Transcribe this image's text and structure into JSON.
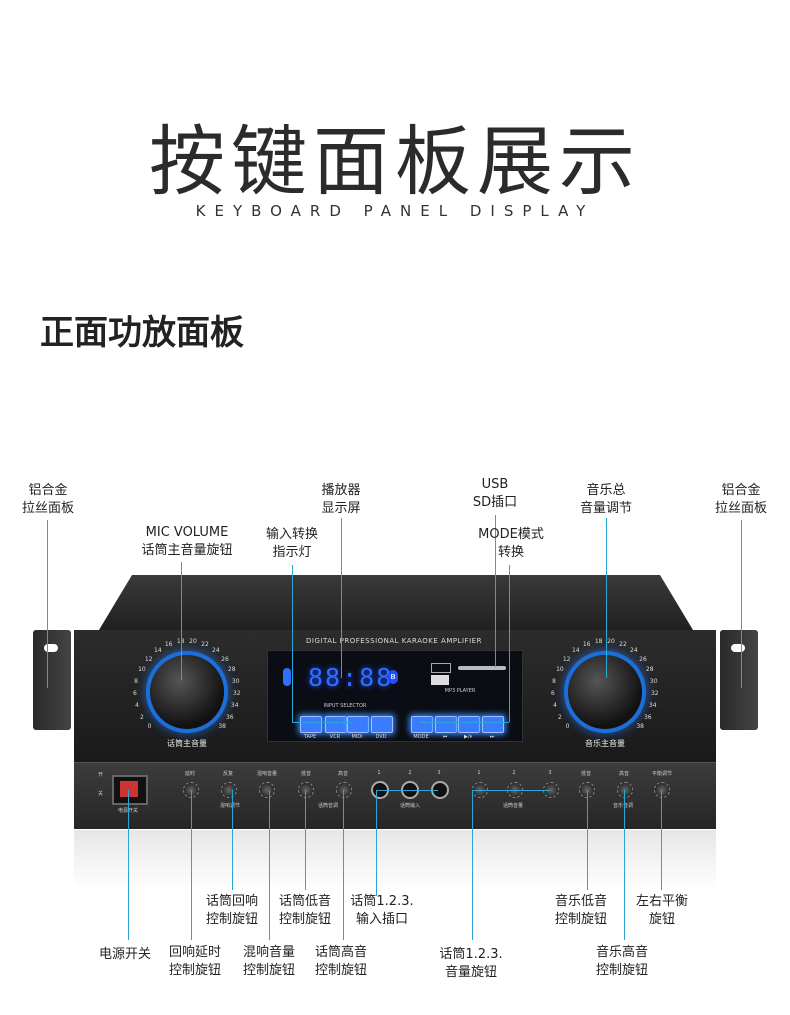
{
  "header": {
    "title": "按键面板展示",
    "subtitle": "KEYBOARD PANEL DISPLAY",
    "section": "正面功放面板"
  },
  "panel": {
    "brand_text": "DIGITAL PROFESSIONAL KARAOKE AMPLIFIER",
    "display_digits": "88:88",
    "input_selector_label": "INPUT SELECTOR",
    "mp3_label": "MP3 PLAYER",
    "input_buttons": [
      "TAPE",
      "VCR",
      "MIDI",
      "DVD"
    ],
    "mp3_buttons": [
      "MODE",
      "⏮",
      "▶/⏸",
      "⏭"
    ],
    "left_knob_label": "话筒主音量",
    "right_knob_label": "音乐主音量",
    "scale": [
      "0",
      "2",
      "4",
      "6",
      "8",
      "10",
      "12",
      "14",
      "16",
      "18",
      "20",
      "22",
      "24",
      "26",
      "28",
      "30",
      "32",
      "34",
      "36",
      "38"
    ],
    "power_on": "开",
    "power_off": "关",
    "power_label": "电源开关",
    "lower_labels": {
      "delay": "延时",
      "echo": "反复",
      "reverb_vol": "混响音量",
      "echo_group": "混响调节",
      "mic_bass": "低音",
      "mic_treble": "高音",
      "mic_tone": "话筒音调",
      "jack_1": "1",
      "jack_2": "2",
      "jack_3": "3",
      "mic_input": "话筒输入",
      "vol_1": "1",
      "vol_2": "2",
      "vol_3": "3",
      "mic_volume": "话筒音量",
      "music_bass": "低音",
      "music_treble": "高音",
      "balance": "平衡调节",
      "music_tone": "音乐音调"
    }
  },
  "callouts": {
    "alu_left": [
      "铝合金",
      "拉丝面板"
    ],
    "alu_right": [
      "铝合金",
      "拉丝面板"
    ],
    "mic_volume": [
      "MIC VOLUME",
      "话筒主音量旋钮"
    ],
    "player_screen": [
      "播放器",
      "显示屏"
    ],
    "input_indicator": [
      "输入转换",
      "指示灯"
    ],
    "usb_sd": [
      "USB",
      "SD插口"
    ],
    "mode": [
      "MODE模式",
      "转换"
    ],
    "music_master": [
      "音乐总",
      "音量调节"
    ],
    "mic_echo": [
      "话筒回响",
      "控制旋钮"
    ],
    "mic_bass": [
      "话筒低音",
      "控制旋钮"
    ],
    "mic_input": [
      "话筒1.2.3.",
      "输入插口"
    ],
    "music_bass": [
      "音乐低音",
      "控制旋钮"
    ],
    "balance": [
      "左右平衡",
      "旋钮"
    ],
    "power": [
      "电源开关"
    ],
    "echo_delay": [
      "回响延时",
      "控制旋钮"
    ],
    "reverb_volume": [
      "混响音量",
      "控制旋钮"
    ],
    "mic_treble": [
      "话筒高音",
      "控制旋钮"
    ],
    "mic_volume_knobs": [
      "话筒1.2.3.",
      "音量旋钮"
    ],
    "music_treble": [
      "音乐高音",
      "控制旋钮"
    ]
  },
  "colors": {
    "callout_line": "#2aa7d9",
    "led_blue": "#2f6fff"
  }
}
